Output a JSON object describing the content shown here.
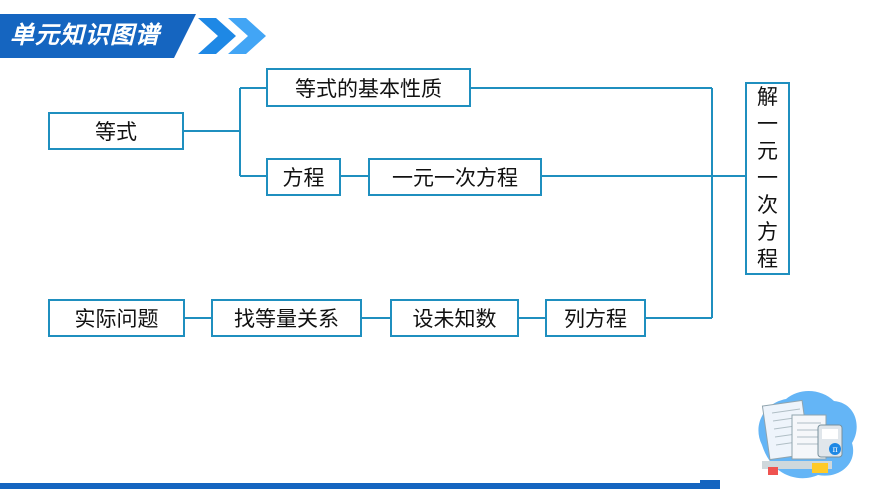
{
  "header": {
    "title": "单元知识图谱"
  },
  "nodes": {
    "equation_equality": "等式",
    "equality_properties": "等式的基本性质",
    "equation": "方程",
    "linear_equation": "一元一次方程",
    "solve_linear_equation": [
      "解",
      "一",
      "元",
      "一",
      "次",
      "方",
      "程"
    ],
    "practical_problem": "实际问题",
    "find_relation": "找等量关系",
    "set_unknown": "设未知数",
    "write_equation": "列方程"
  },
  "colors": {
    "border": "#1f8fbf",
    "header": "#1565c0",
    "line": "#1f8fbf"
  },
  "decoration": {
    "icon": "math-notebook-illustration"
  }
}
